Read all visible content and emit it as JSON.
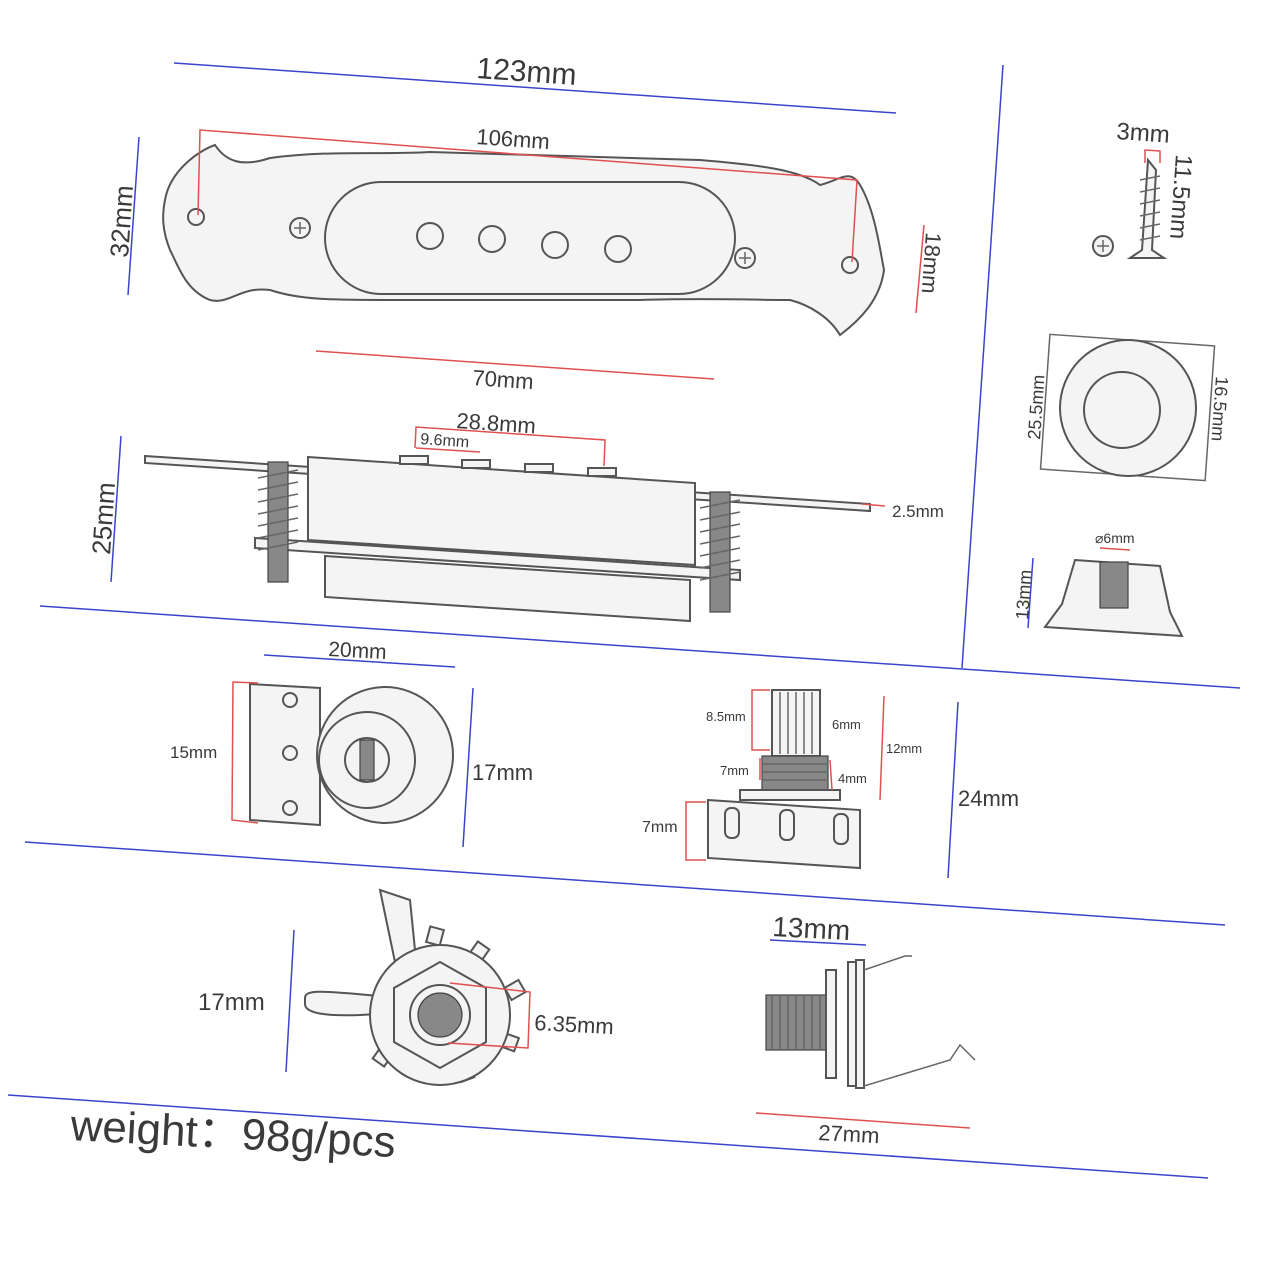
{
  "labels": {
    "pickup_length_total": "123mm",
    "pickup_hole_spacing": "106mm",
    "pickup_height": "32mm",
    "pickup_inner_height": "18mm",
    "pickup_cover_length": "70mm",
    "pole_span": "28.8mm",
    "pole_spacing": "9.6mm",
    "side_height": "25mm",
    "base_thickness": "2.5mm",
    "screw_width": "3mm",
    "screw_length": "11.5mm",
    "knob_outer": "25.5mm",
    "knob_inner": "16.5mm",
    "knob_hole": "⌀6mm",
    "knob_height": "13mm",
    "pot_width": "20mm",
    "pot_lug_span": "15mm",
    "pot_body": "17mm",
    "shaft_diameter": "8.5mm",
    "shaft_inner": "6mm",
    "shaft_length": "12mm",
    "thread_diameter": "7mm",
    "thread_length": "4mm",
    "pot_base": "7mm",
    "pot_total_height": "24mm",
    "jack_height": "17mm",
    "jack_hole": "6.35mm",
    "jack_thread": "13mm",
    "jack_length": "27mm",
    "weight": "weight：98g/pcs"
  }
}
